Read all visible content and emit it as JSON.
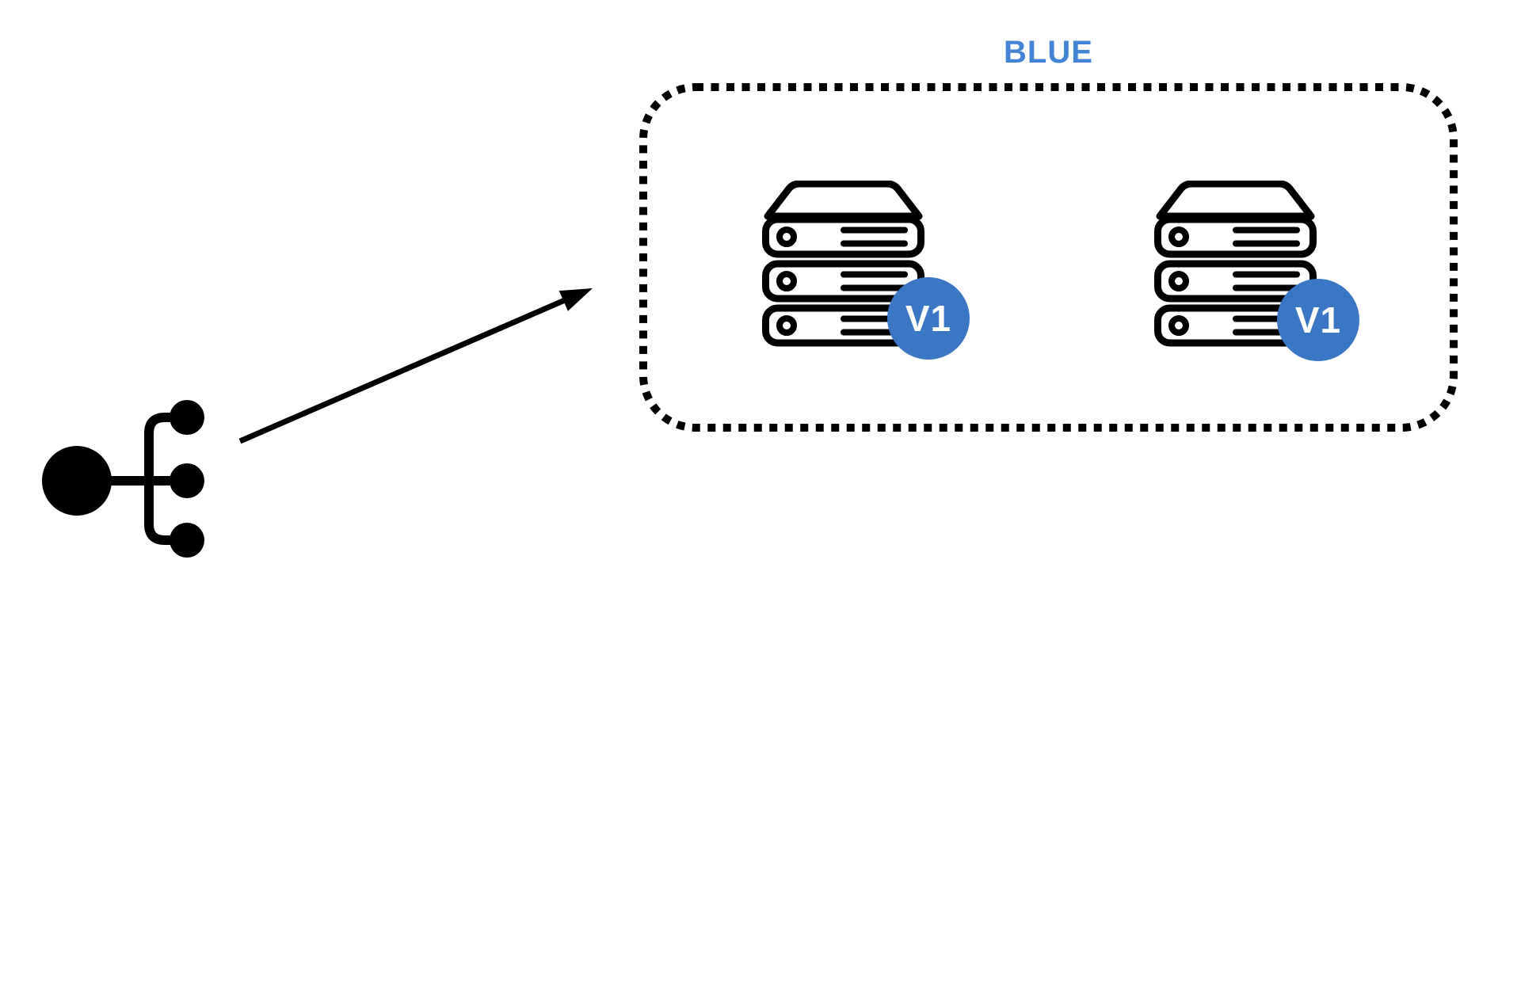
{
  "diagram": {
    "title": "blue-deployment-diagram",
    "background_color": "#ffffff",
    "stroke_color": "#000000"
  },
  "blue_group": {
    "label": "BLUE",
    "label_color": "#4285d6",
    "border_color": "#000000",
    "border_style": "dotted-rounded-rect",
    "badge_color": "#3b76c5",
    "badge_text_color": "#ffffff",
    "servers": [
      {
        "icon": "server-stack-icon",
        "badge": "V1"
      },
      {
        "icon": "server-stack-icon",
        "badge": "V1"
      }
    ]
  },
  "load_balancer": {
    "icon": "load-balancer-icon",
    "color": "#000000"
  },
  "arrow": {
    "icon": "arrow-icon",
    "color": "#000000",
    "direction": "up-right"
  }
}
